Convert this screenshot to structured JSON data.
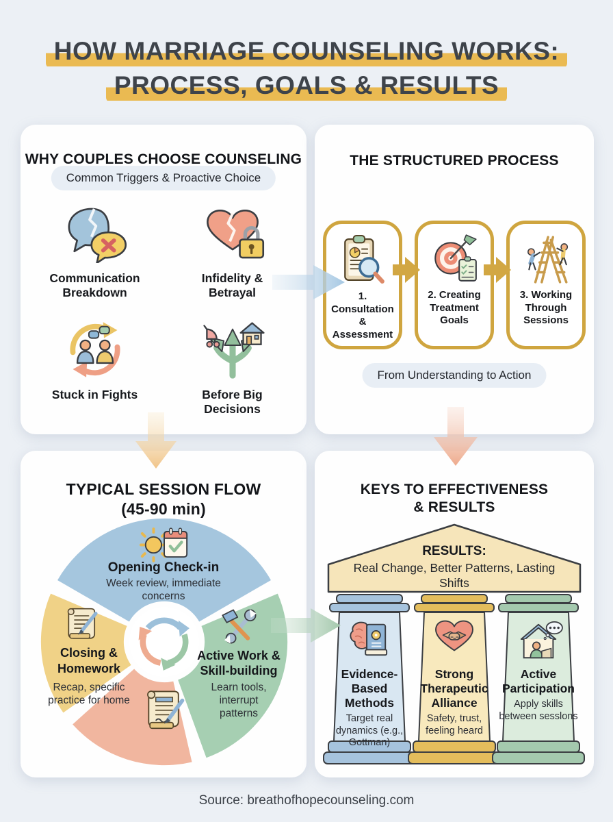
{
  "title": {
    "line1": "HOW MARRIAGE COUNSELING WORKS:",
    "line2": "PROCESS, GOALS & RESULTS"
  },
  "panels": {
    "why": {
      "heading": "WHY COUPLES CHOOSE COUNSELING",
      "pill": "Common Triggers & Proactive Choice",
      "items": [
        {
          "label": "Communication Breakdown",
          "icon": "broken-chat-icon"
        },
        {
          "label": "Infidelity & Betrayal",
          "icon": "broken-heart-lock-icon"
        },
        {
          "label": "Stuck in Fights",
          "icon": "conflict-cycle-icon"
        },
        {
          "label": "Before Big Decisions",
          "icon": "crossroads-icon"
        }
      ]
    },
    "process": {
      "heading": "THE STRUCTURED PROCESS",
      "steps": [
        {
          "label": "1. Consultation & Assessment",
          "icon": "clipboard-magnifier-icon"
        },
        {
          "label": "2. Creating Treatment Goals",
          "icon": "target-checklist-icon"
        },
        {
          "label": "3. Working Through Sessions",
          "icon": "ladders-teamwork-icon"
        }
      ],
      "pill": "From Understanding to Action"
    },
    "session": {
      "heading_line1": "TYPICAL SESSION FLOW",
      "heading_line2": "(45-90 min)",
      "segments": [
        {
          "title": "Opening Check-in",
          "desc": "Week review, immediate concerns",
          "icon": "sun-calendar-icon",
          "color": "#a5c6de"
        },
        {
          "title": "Active Work & Skill-building",
          "desc": "Learn tools, interrupt patterns",
          "icon": "hammer-wrench-icon",
          "color": "#a6cfb2"
        },
        {
          "title": "Closing & Homework",
          "desc": "Recap, specific practice for home",
          "icon": "scroll-pen-icon",
          "color": "#f0d287"
        },
        {
          "title": "",
          "desc": "",
          "icon": "signed-scroll-icon",
          "color": "#f1b69f"
        }
      ]
    },
    "keys": {
      "heading_line1": "KEYS TO EFFECTIVENESS",
      "heading_line2": "& RESULTS",
      "pediment": {
        "title": "RESULTS:",
        "desc": "Real Change, Better Patterns, Lasting Shifts"
      },
      "pillars": [
        {
          "title": "Evidence-Based Methods",
          "desc": "Target real dynamics (e.g., Gottman)",
          "icon": "brain-book-icon",
          "color": "#a6c3dd"
        },
        {
          "title": "Strong Therapeutic Alliance",
          "desc": "Safety, trust, feeling heard",
          "icon": "heart-handshake-icon",
          "color": "#e4bd5c"
        },
        {
          "title": "Active Participation",
          "desc": "Apply skills between sesslons",
          "icon": "home-practice-icon",
          "color": "#a4c9ae"
        }
      ]
    }
  },
  "footer": {
    "source": "Source: breathofhopecounseling.com"
  },
  "colors": {
    "background": "#ecf0f5",
    "card": "#fefefe",
    "accent_gold": "#eaba52",
    "gold_border": "#cfa53f",
    "blue": "#a5c6de",
    "green": "#a6cfb2",
    "salmon": "#f1b69f",
    "yellow": "#f0d287"
  }
}
